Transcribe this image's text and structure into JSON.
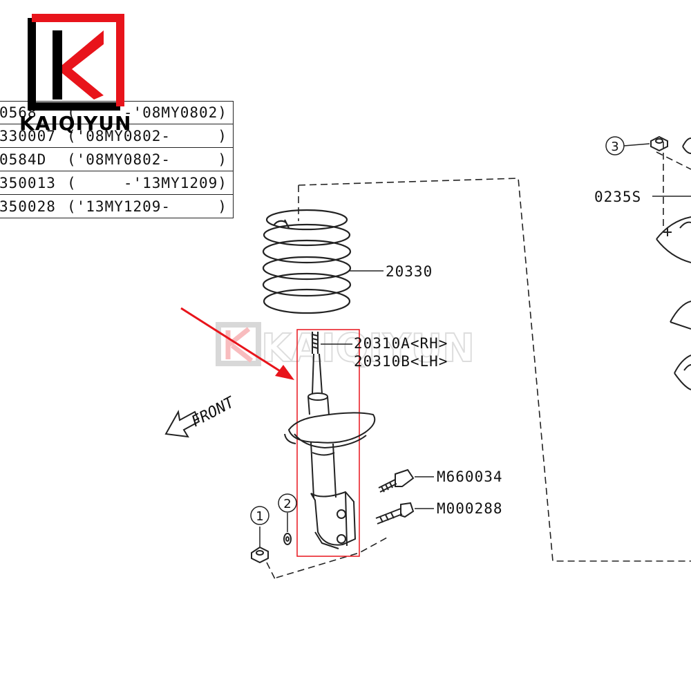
{
  "brand": {
    "name": "KAIQIYUN",
    "watermark": "KAIQIYUN",
    "accent": "#e8141b"
  },
  "table": {
    "rows": [
      {
        "code": "0568",
        "range": "(     -'08MY0802)"
      },
      {
        "code": "330007",
        "range": "('08MY0802-     )"
      },
      {
        "code": "0584D",
        "range": "('08MY0802-     )"
      },
      {
        "code": "350013",
        "range": "(     -'13MY1209)"
      },
      {
        "code": "350028",
        "range": "('13MY1209-     )"
      }
    ]
  },
  "labels": {
    "spring": "20330",
    "strut_rh": "20310A<RH>",
    "strut_lh": "20310B<LH>",
    "bolt_upper": "M660034",
    "bolt_lower": "M000288",
    "mount": "0235S",
    "front": "FRONT",
    "callout_1": "1",
    "callout_2": "2",
    "callout_3": "3"
  },
  "colors": {
    "highlight": "#e8141b",
    "line": "#222222"
  }
}
